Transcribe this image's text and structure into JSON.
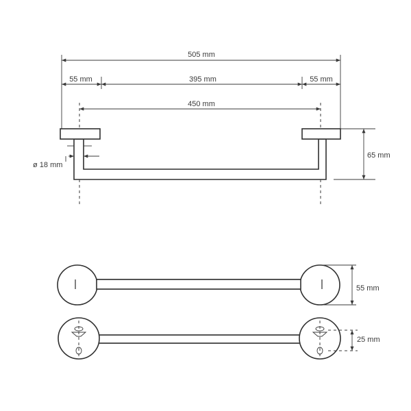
{
  "dimensions": {
    "overall_width": "505 mm",
    "rosette_left": "55 mm",
    "bar_span": "395 mm",
    "rosette_right": "55 mm",
    "mount_centers": "450 mm",
    "projection": "65 mm",
    "bar_diameter": "ø 18 mm",
    "rosette_diameter": "55 mm",
    "bracket_height": "25 mm"
  }
}
